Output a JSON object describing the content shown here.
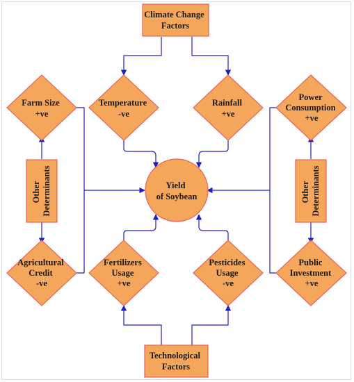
{
  "colors": {
    "fill": "#F4A65A",
    "stroke": "#E8615A",
    "connector": "#1F1FBF",
    "text": "#1a1a1a"
  },
  "nodes": {
    "climate_change": [
      "Climate Change",
      "Factors"
    ],
    "technological": [
      "Technological",
      "Factors"
    ],
    "yield": [
      "Yield",
      "of Soybean"
    ],
    "temperature": [
      "Temperature",
      "-ve"
    ],
    "rainfall": [
      "Rainfall",
      "+ve"
    ],
    "farm_size": [
      "Farm Size",
      "+ve"
    ],
    "power_consumption": [
      "Power",
      "Consumption",
      "+ve"
    ],
    "agricultural_credit": [
      "Agricultural",
      "Credit",
      "-ve"
    ],
    "fertilizers": [
      "Fertilizers",
      "Usage",
      "+ve"
    ],
    "pesticides": [
      "Pesticides",
      "Usage",
      "-ve"
    ],
    "public_investment": [
      "Public",
      "Investment",
      "+ve"
    ],
    "other_left": [
      "Other",
      "Determinants"
    ],
    "other_right": [
      "Other",
      "Determinants"
    ]
  }
}
